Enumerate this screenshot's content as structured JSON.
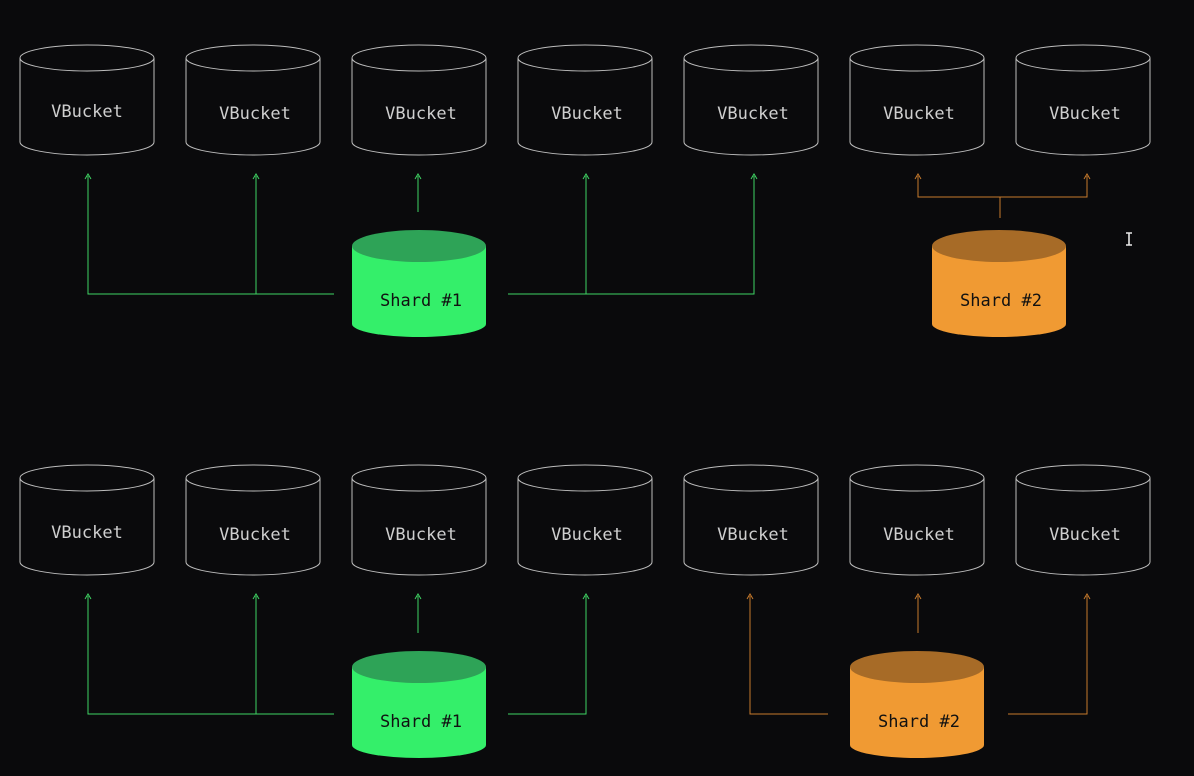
{
  "labels": {
    "vbucket": "VBucket",
    "shard1": "Shard #1",
    "shard2": "Shard #2"
  },
  "colors": {
    "background": "#0a0a0c",
    "vbucket_stroke": "#bdbdbd",
    "shard1_fill": "#34ef6a",
    "shard1_top": "#2ea357",
    "shard1_line": "#3fd463",
    "shard2_fill": "#f09a33",
    "shard2_top": "#a76b27",
    "shard2_line": "#c77a2c"
  },
  "diagrams": [
    {
      "vbuckets": 7,
      "assignment": [
        "shard1",
        "shard1",
        "shard1",
        "shard1",
        "shard1",
        "shard2",
        "shard2"
      ]
    },
    {
      "vbuckets": 7,
      "assignment": [
        "shard1",
        "shard1",
        "shard1",
        "shard1",
        "shard2",
        "shard2",
        "shard2"
      ]
    }
  ],
  "cursor": "text-cursor-icon"
}
